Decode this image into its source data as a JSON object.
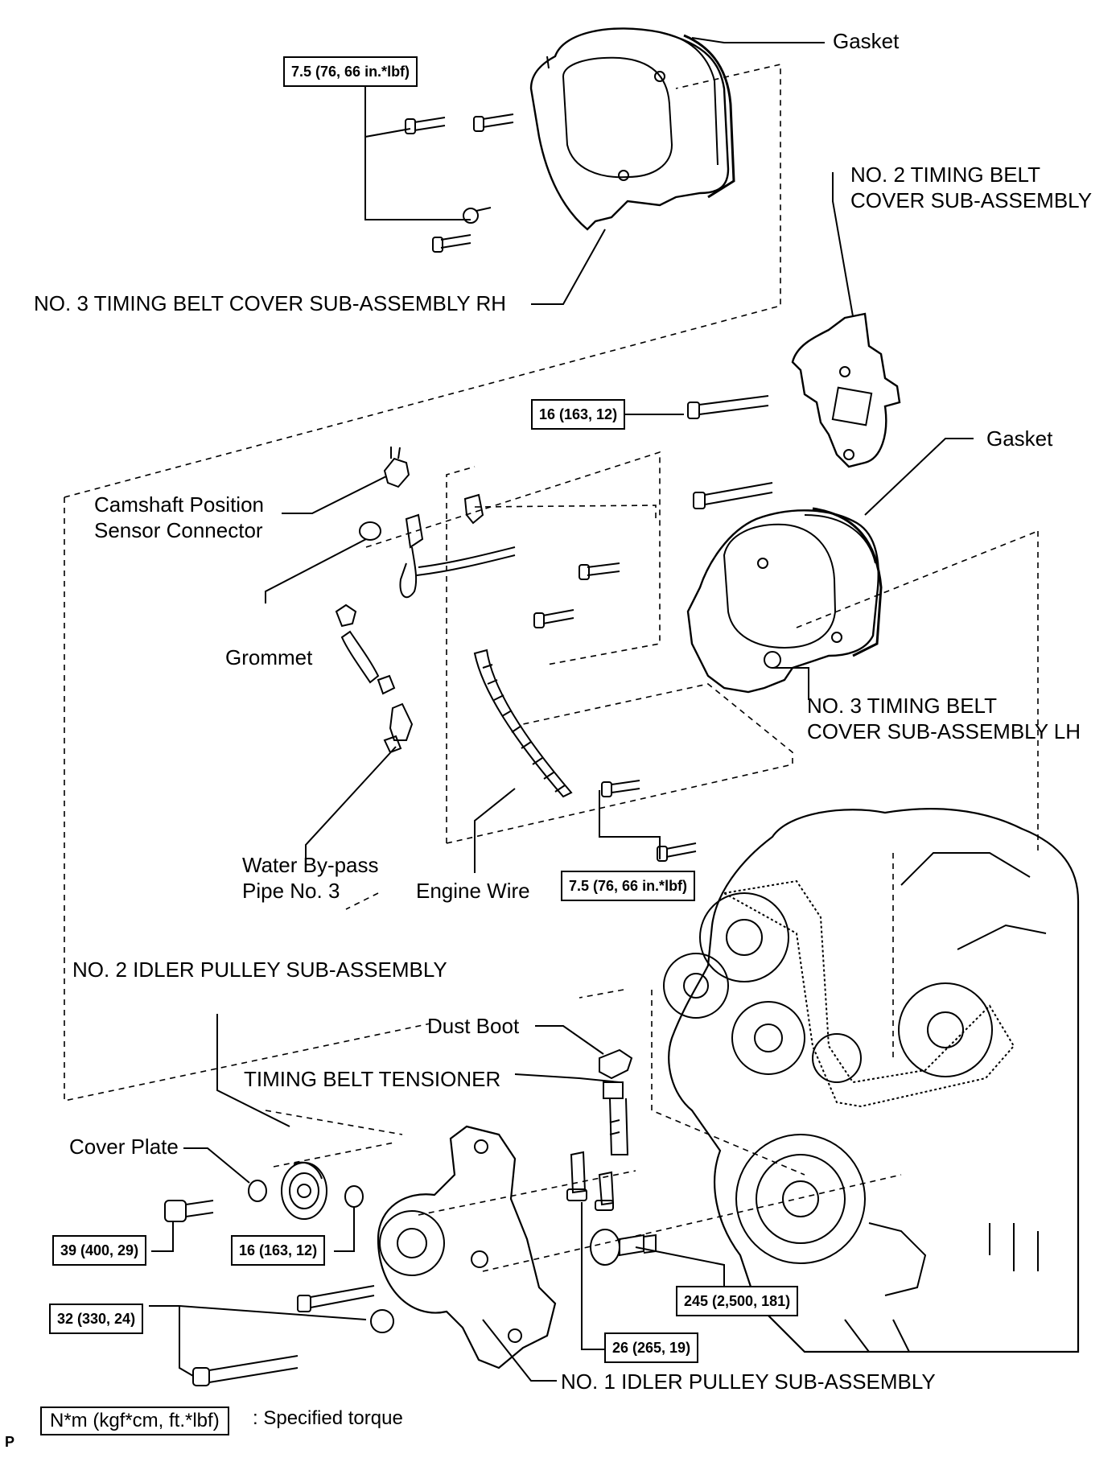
{
  "labels": {
    "gasket_top": "Gasket",
    "no2_cover_line1": "NO. 2 TIMING BELT",
    "no2_cover_line2": "COVER SUB-ASSEMBLY",
    "no3_cover_rh": "NO. 3 TIMING BELT COVER SUB-ASSEMBLY RH",
    "gasket_mid": "Gasket",
    "cam_sensor_line1": "Camshaft Position",
    "cam_sensor_line2": "Sensor Connector",
    "grommet": "Grommet",
    "no3_cover_lh_line1": "NO. 3 TIMING BELT",
    "no3_cover_lh_line2": "COVER SUB-ASSEMBLY LH",
    "water_pipe_line1": "Water By-pass",
    "water_pipe_line2": "Pipe No. 3",
    "engine_wire": "Engine Wire",
    "no2_idler": "NO. 2 IDLER PULLEY SUB-ASSEMBLY",
    "dust_boot": "Dust Boot",
    "tensioner": "TIMING BELT TENSIONER",
    "cover_plate": "Cover Plate",
    "no1_idler": "NO. 1 IDLER PULLEY SUB-ASSEMBLY",
    "corner_mark": "P"
  },
  "torques": {
    "t_top": "7.5 (76, 66 in.*lbf)",
    "t_no2_cover": "16 (163, 12)",
    "t_lh": "7.5 (76, 66 in.*lbf)",
    "t_cover_plate": "39 (400, 29)",
    "t_idler2": "16 (163, 12)",
    "t_bottom_left": "32 (330, 24)",
    "t_tensioner": "26 (265, 19)",
    "t_crank": "245 (2,500, 181)"
  },
  "legend": {
    "unit": "N*m (kgf*cm, ft.*lbf)",
    "desc": ": Specified torque"
  }
}
